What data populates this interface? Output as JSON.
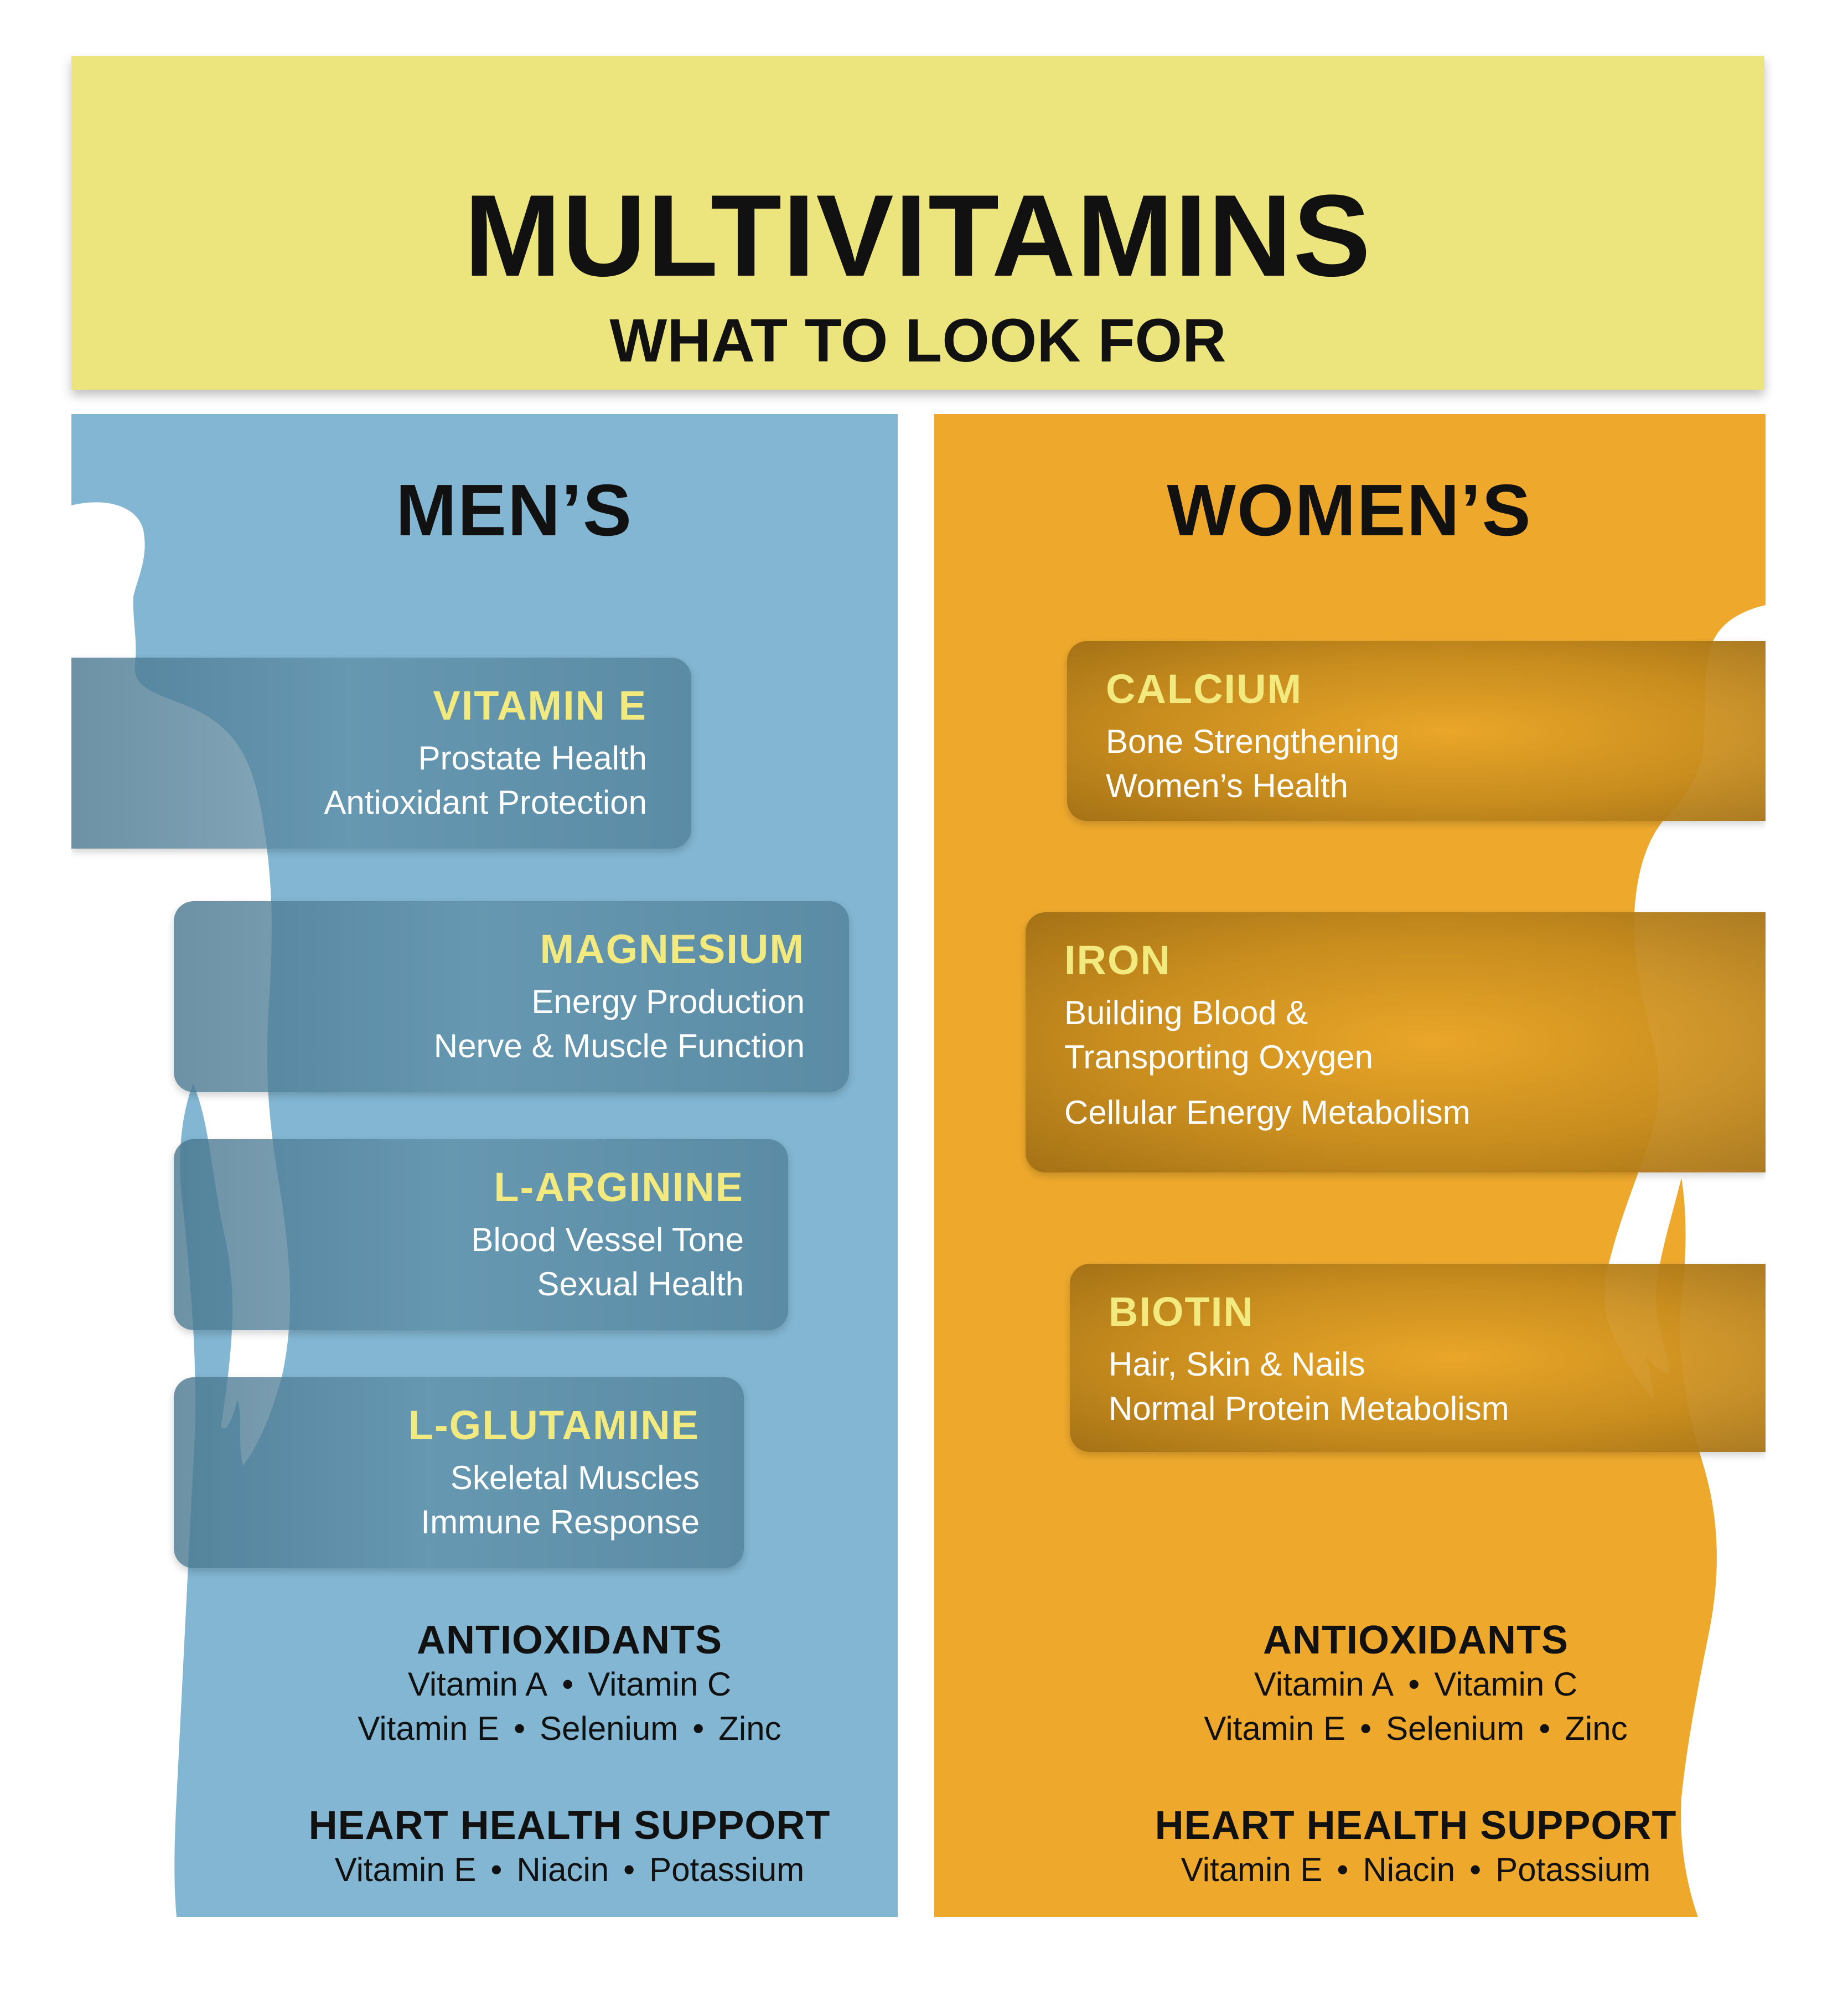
{
  "header": {
    "title": "MULTIVITAMINS",
    "subtitle": "WHAT TO LOOK FOR"
  },
  "colors": {
    "header_bg": "#ece57e",
    "men_bg": "#82b6d2",
    "women_bg": "#eea92d",
    "card_title": "#f2ea7e",
    "silhouette": "#ffffff"
  },
  "men": {
    "heading": "MEN’S",
    "cards": [
      {
        "title": "VITAMIN E",
        "lines": [
          "Prostate Health",
          "Antioxidant Protection"
        ]
      },
      {
        "title": "MAGNESIUM",
        "lines": [
          "Energy Production",
          "Nerve & Muscle Function"
        ]
      },
      {
        "title": "L-ARGININE",
        "lines": [
          "Blood Vessel Tone",
          "Sexual Health"
        ]
      },
      {
        "title": "L-GLUTAMINE",
        "lines": [
          "Skeletal Muscles",
          "Immune Response"
        ]
      }
    ],
    "antioxidants": {
      "title": "ANTIOXIDANTS",
      "row1": [
        "Vitamin A",
        "Vitamin C"
      ],
      "row2": [
        "Vitamin E",
        "Selenium",
        "Zinc"
      ]
    },
    "heart": {
      "title": "HEART HEALTH SUPPORT",
      "row": [
        "Vitamin E",
        "Niacin",
        "Potassium"
      ]
    }
  },
  "women": {
    "heading": "WOMEN’S",
    "cards": [
      {
        "title": "CALCIUM",
        "lines": [
          "Bone Strengthening",
          "Women’s Health"
        ]
      },
      {
        "title": "IRON",
        "lines": [
          "Building Blood &",
          "Transporting Oxygen",
          "Cellular Energy Metabolism"
        ]
      },
      {
        "title": "BIOTIN",
        "lines": [
          "Hair, Skin & Nails",
          "Normal Protein Metabolism"
        ]
      }
    ],
    "antioxidants": {
      "title": "ANTIOXIDANTS",
      "row1": [
        "Vitamin A",
        "Vitamin C"
      ],
      "row2": [
        "Vitamin E",
        "Selenium",
        "Zinc"
      ]
    },
    "heart": {
      "title": "HEART HEALTH SUPPORT",
      "row": [
        "Vitamin E",
        "Niacin",
        "Potassium"
      ]
    }
  },
  "bullet": "•"
}
